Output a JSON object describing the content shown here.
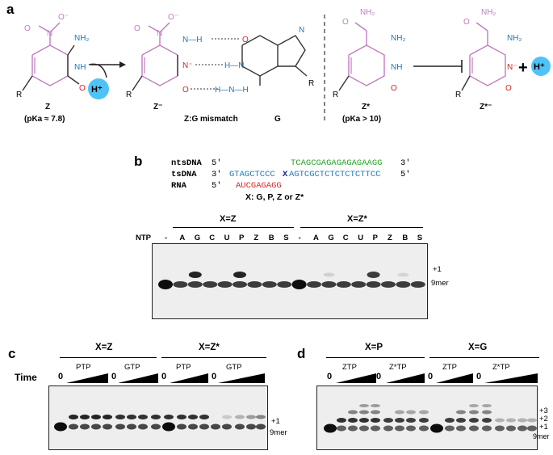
{
  "panel_a": {
    "letter": "a",
    "z": {
      "name": "Z",
      "pka": "(pKa ≈ 7.8)"
    },
    "h_plus": "H⁺",
    "zminus": {
      "name": "Z⁻"
    },
    "mismatch": "Z:G mismatch",
    "g": {
      "name": "G"
    },
    "zstar": {
      "name": "Z*",
      "pka": "(pKa > 10)"
    },
    "zstarminus": {
      "name": "Z*⁻"
    },
    "plus": "+",
    "atoms": {
      "no2": "N",
      "ominus": "O",
      "nh2": "NH₂",
      "nh": "NH",
      "o": "O",
      "r": "R",
      "n": "N",
      "h": "H",
      "nm": "N",
      "c_o": "O"
    }
  },
  "panel_b": {
    "letter": "b",
    "ntsdna_label": "ntsDNA",
    "tsdna_label": "tsDNA",
    "rna_label": "RNA",
    "nts_5": "5′",
    "nts_3": "3′",
    "ts_3": "3′",
    "ts_5": "5′",
    "rna_5": "5′",
    "nts_seq": "TCAGCGAGAGAGAGAAGG",
    "ts_seq_a": "GTAGCTCCC",
    "ts_x": "X",
    "ts_seq_b": "AGTCGCTCTCTCTCTTCC",
    "rna_seq": "AUCGAGAGG",
    "x_legend": "X: G, P, Z or Z*",
    "group1": "X=Z",
    "group2": "X=Z*",
    "ntp_label": "NTP",
    "lanes1": [
      "-",
      "A",
      "G",
      "C",
      "U",
      "P",
      "Z",
      "B",
      "S"
    ],
    "lanes2": [
      "-",
      "A",
      "G",
      "C",
      "U",
      "P",
      "Z",
      "B",
      "S"
    ],
    "band_plus1": "+1",
    "band_9mer": "9mer"
  },
  "panel_c": {
    "letter": "c",
    "group1": "X=Z",
    "group2": "X=Z*",
    "time_label": "Time",
    "zero": "0",
    "sub": [
      "PTP",
      "GTP",
      "PTP",
      "GTP"
    ],
    "band_plus1": "+1",
    "band_9mer": "9mer"
  },
  "panel_d": {
    "letter": "d",
    "group1": "X=P",
    "group2": "X=G",
    "zero": "0",
    "sub": [
      "ZTP",
      "Z*TP",
      "ZTP",
      "Z*TP"
    ],
    "band_plus3": "+3",
    "band_plus2": "+2",
    "band_plus1": "+1",
    "band_9mer": "9mer"
  }
}
